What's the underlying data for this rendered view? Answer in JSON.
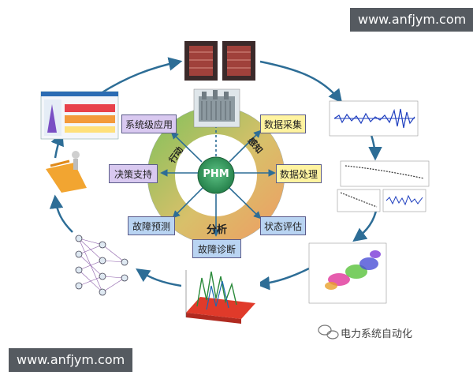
{
  "watermark": {
    "top": "www.anfjym.com",
    "bottom": "www.anfjym.com"
  },
  "hub": {
    "center": "PHM",
    "ring_bottom": "分析",
    "ring_left": "行动",
    "ring_right": "感知"
  },
  "nodes": {
    "data_collection": "数据采集",
    "data_processing": "数据处理",
    "state_assessment": "状态评估",
    "fault_diagnosis": "故障诊断",
    "fault_prediction": "故障预测",
    "decision_support": "决策支持",
    "system_application": "系统级应用"
  },
  "brand": {
    "text": "电力系统自动化",
    "icon": "wechat-icon"
  },
  "colors": {
    "arrow": "#2d6d96",
    "ring_green": "#7dbf5c",
    "ring_orange": "#f0a66a",
    "hub_green": "#2e9e5b"
  }
}
